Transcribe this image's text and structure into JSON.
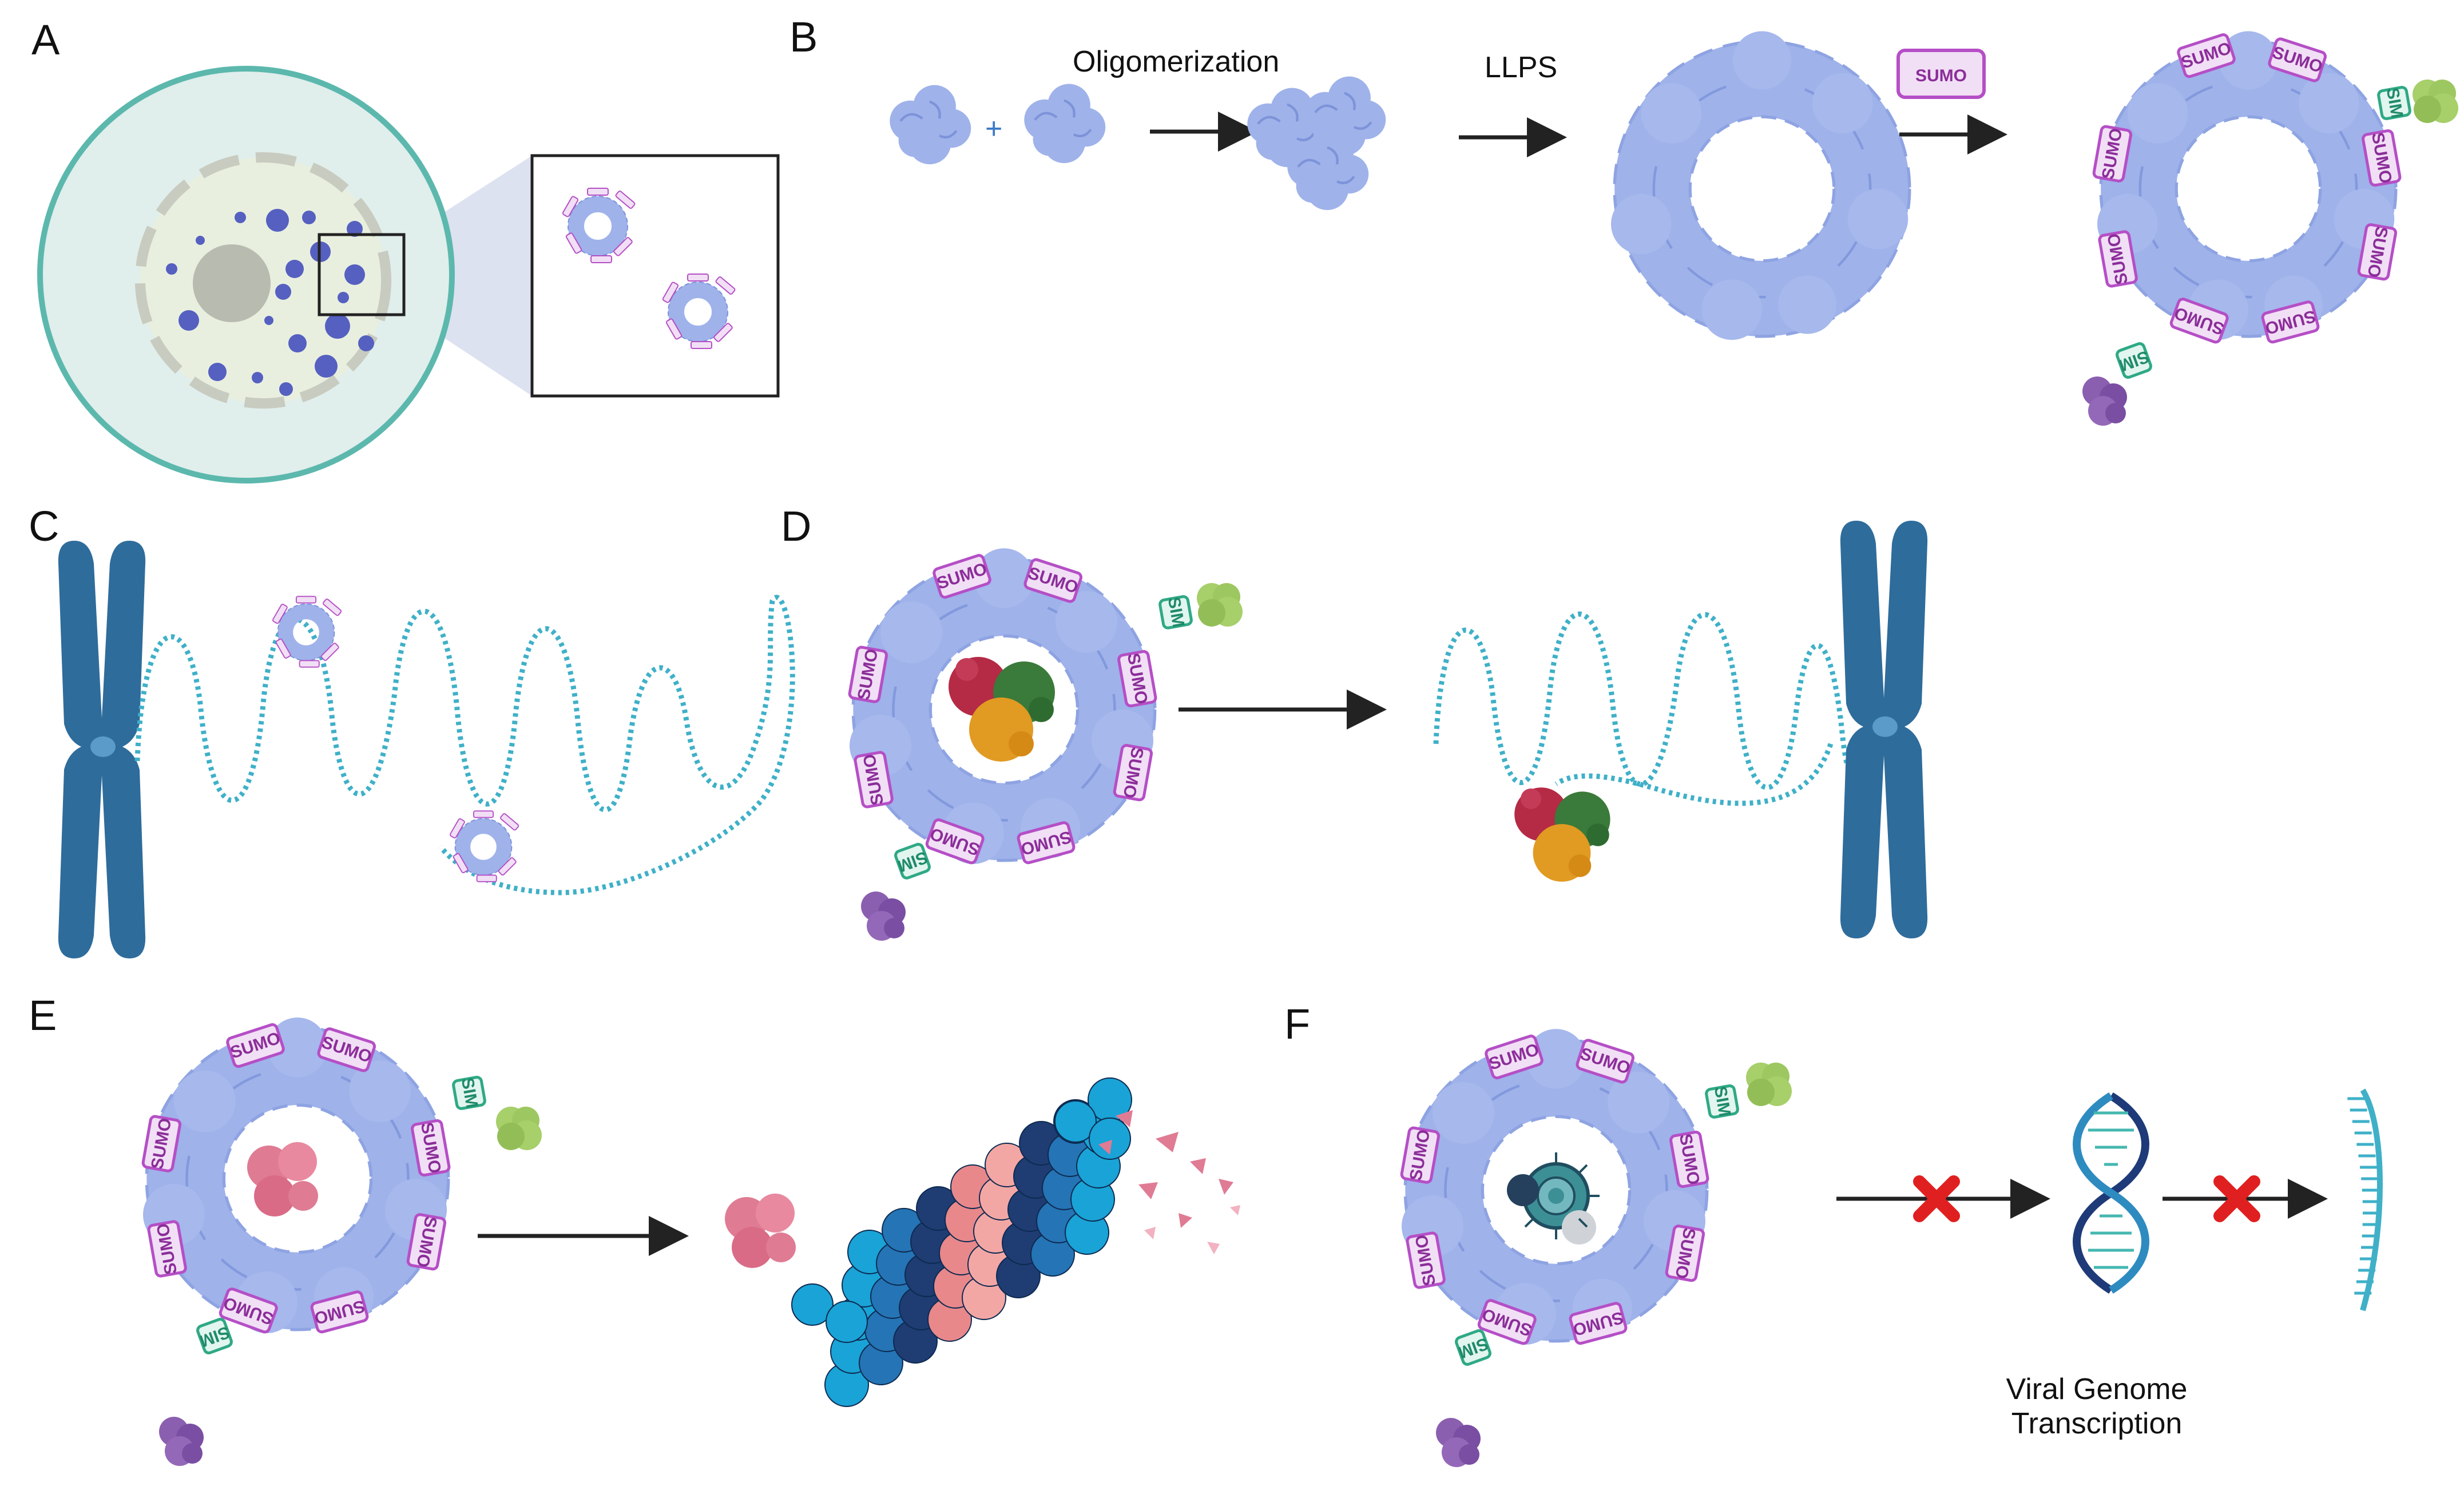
{
  "panels": {
    "a": "A",
    "b": "B",
    "c": "C",
    "d": "D",
    "e": "E",
    "f": "F"
  },
  "labels": {
    "oligomerization": "Oligomerization",
    "llps": "LLPS",
    "sumo_key": "SUMO",
    "viral_line1": "Viral Genome",
    "viral_line2": "Transcription"
  },
  "tags": {
    "sumo": "SUMO",
    "sim": "SIM"
  },
  "colors": {
    "ring_blue": "#9fb2ea",
    "ring_stroke": "#7d93d9",
    "tag_fill": "#f1dff5",
    "tag_stroke": "#b54fc6",
    "tag_text": "#8b2d99",
    "sim_fill": "#e2f5ef",
    "sim_stroke": "#2fa985",
    "sim_text": "#1f8a69",
    "chromosome": "#2e6c9b",
    "dna_dots": "#3fb0c8",
    "cell_membrane": "#5cb8ad",
    "nucleus": "#e9efdf",
    "arrow": "#222222",
    "cross": "#e02020"
  }
}
